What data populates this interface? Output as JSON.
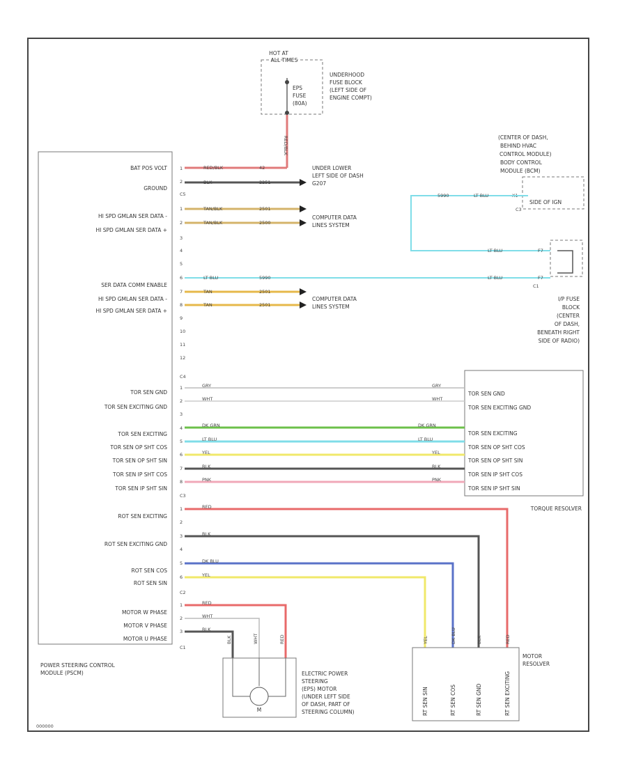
{
  "fuse_top": {
    "hot_at": [
      "HOT AT",
      "ALL TIMES"
    ],
    "fuse_name": [
      "EPS",
      "FUSE",
      "(80A)"
    ],
    "location": [
      "UNDERHOOD",
      "FUSE BLOCK",
      "(LEFT SIDE OF",
      "ENGINE COMPT)"
    ],
    "wire_color": "RED/BLK"
  },
  "pscm": {
    "label": [
      "POWER STEERING CONTROL",
      "MODULE (PSCM)"
    ],
    "rows": {
      "bat": {
        "label": "BAT POS VOLT",
        "pin": "1",
        "color": "RED/BLK",
        "circuit": "42",
        "hex": "#e07a7a"
      },
      "gnd": {
        "label": "GROUND",
        "pin": "2",
        "color": "BLK",
        "circuit": "2251",
        "hex": "#555555"
      },
      "c5": "C5",
      "hs1": {
        "label": "HI SPD GMLAN SER DATA -",
        "pin": "1",
        "color": "TAN/BLK",
        "circuit": "2501",
        "hex": "#d4b36a"
      },
      "hs2": {
        "label": "HI SPD GMLAN SER DATA +",
        "pin": "2",
        "color": "TAN/BLK",
        "circuit": "2500",
        "hex": "#d4b36a"
      },
      "p3": "3",
      "p4": "4",
      "p5": "5",
      "serdata": {
        "label": "SER DATA COMM ENABLE",
        "pin": "6",
        "color": "LT BLU",
        "circuit": "5990",
        "hex": "#7fdde8"
      },
      "hs3": {
        "label": "HI SPD GMLAN SER DATA -",
        "pin": "7",
        "color": "TAN",
        "circuit": "2501",
        "hex": "#e6b84a"
      },
      "hs4": {
        "label": "HI SPD GMLAN SER DATA +",
        "pin": "8",
        "color": "TAN",
        "circuit": "2501",
        "hex": "#e6b84a"
      },
      "p9": "9",
      "p10": "10",
      "p11": "11",
      "p12": "12",
      "c4": "C4",
      "t1": {
        "label": "TOR SEN GND",
        "pin": "1",
        "color": "GRY",
        "hex": "#bbbbbb"
      },
      "t2": {
        "label": "TOR SEN EXCITING GND",
        "pin": "2",
        "color": "WHT",
        "hex": "#cccccc"
      },
      "p3b": "3",
      "t4": {
        "label": "TOR SEN EXCITING",
        "pin": "4",
        "color": "DK GRN",
        "hex": "#6cc04a"
      },
      "t5": {
        "label": "TOR SEN OP SHT COS",
        "pin": "5",
        "color": "LT BLU",
        "hex": "#7fdde8"
      },
      "t6": {
        "label": "TOR SEN OP SHT SIN",
        "pin": "6",
        "color": "YEL",
        "hex": "#f0e86a"
      },
      "t7": {
        "label": "TOR SEN IP SHT COS",
        "pin": "7",
        "color": "BLK",
        "hex": "#555555"
      },
      "t8": {
        "label": "TOR SEN IP SHT SIN",
        "pin": "8",
        "color": "PNK",
        "hex": "#f0a8b8"
      },
      "c3": "C3",
      "r1": {
        "label": "ROT SEN EXCITING",
        "pin": "1",
        "color": "RED",
        "hex": "#e86a6a"
      },
      "p2": "2",
      "r3": {
        "label": "ROT SEN EXCITING GND",
        "pin": "3",
        "color": "BLK",
        "hex": "#555555"
      },
      "p4b": "4",
      "r5": {
        "label": "ROT SEN COS",
        "pin": "5",
        "color": "DK BLU",
        "hex": "#5a72c8"
      },
      "r6": {
        "label": "ROT SEN SIN",
        "pin": "6",
        "color": "YEL",
        "hex": "#f0e86a"
      },
      "c2": "C2",
      "m1": {
        "label": "MOTOR W PHASE",
        "pin": "1",
        "color": "RED",
        "hex": "#e86a6a"
      },
      "m2": {
        "label": "MOTOR V PHASE",
        "pin": "2",
        "color": "WHT",
        "hex": "#cccccc"
      },
      "m3": {
        "label": "MOTOR U PHASE",
        "pin": "3",
        "color": "BLK",
        "hex": "#555555"
      },
      "c1": "C1"
    }
  },
  "ground_label": [
    "UNDER LOWER",
    "LEFT SIDE OF DASH",
    "G207"
  ],
  "data_lines_1": [
    "COMPUTER DATA",
    "LINES SYSTEM"
  ],
  "data_lines_2": [
    "COMPUTER DATA",
    "LINES SYSTEM"
  ],
  "bcm": {
    "label": [
      "(CENTER OF DASH,",
      "BEHIND HVAC",
      "CONTROL MODULE)",
      "BODY CONTROL",
      "MODULE (BCM)"
    ],
    "box_label": "SIDE OF IGN",
    "connector": "C3",
    "pin": "X1",
    "wire_circuit": "5990",
    "wire_color": "LT BLU"
  },
  "ip_fuse": {
    "label": [
      "I/P FUSE",
      "BLOCK",
      "(CENTER",
      "OF DASH,",
      "BENEATH RIGHT",
      "SIDE OF RADIO)"
    ],
    "pin_top": "F7",
    "pin_bottom": "F7",
    "connector": "C1",
    "wire_top": "LT BLU",
    "wire_bottom": "LT BLU"
  },
  "torque_sensor": {
    "rows": [
      "TOR SEN GND",
      "TOR SEN EXCITING GND",
      "TOR SEN EXCITING",
      "TOR SEN OP SHT COS",
      "TOR SEN OP SHT SIN",
      "TOR SEN IP SHT COS",
      "TOR SEN IP SHT SIN"
    ],
    "title": "TORQUE RESOLVER"
  },
  "motor": {
    "label": [
      "ELECTRIC POWER",
      "STEERING",
      "(EPS) MOTOR",
      "(UNDER LEFT SIDE",
      "OF DASH, PART OF",
      "STEERING COLUMN)"
    ],
    "wires": [
      "BLK",
      "WHT",
      "RED"
    ],
    "symbol": "M"
  },
  "motor_resolver": {
    "title": [
      "MOTOR",
      "RESOLVER"
    ],
    "pins": [
      "RT SEN SIN",
      "RT SEN COS",
      "RT SEN GND",
      "RT SEN EXCITING"
    ],
    "wires": [
      "YEL",
      "DK BLU",
      "BLK",
      "RED"
    ]
  },
  "footer_code": "000000"
}
